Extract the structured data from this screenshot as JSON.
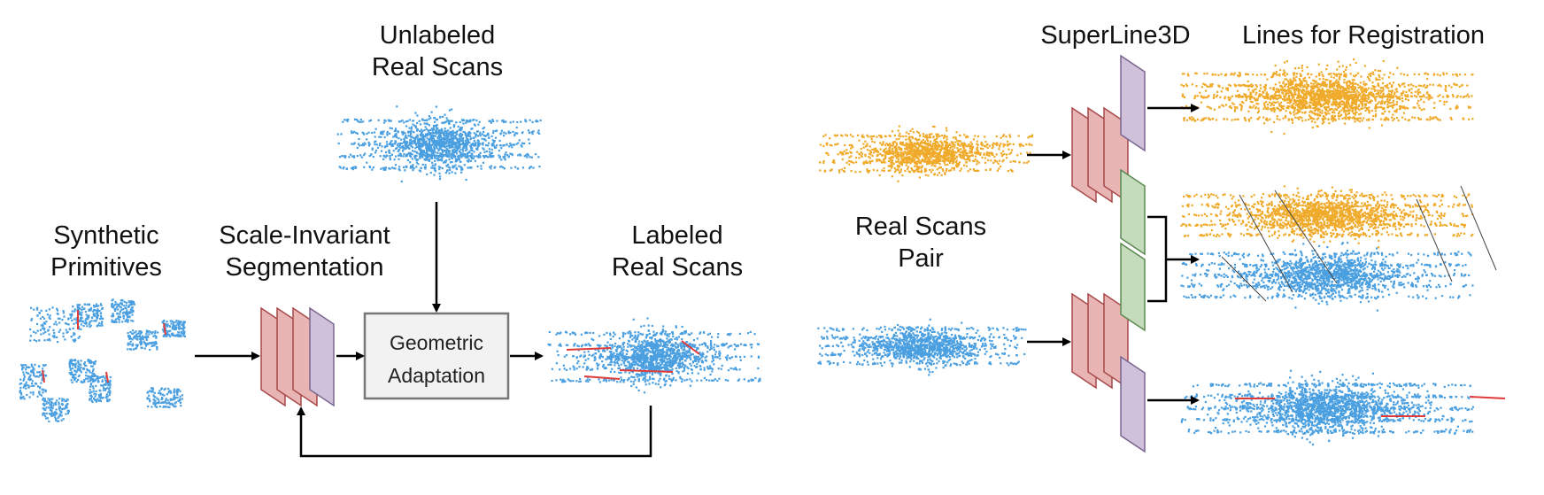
{
  "labels": {
    "unlabeled_line1": "Unlabeled",
    "unlabeled_line2": "Real Scans",
    "synthetic_line1": "Synthetic",
    "synthetic_line2": "Primitives",
    "segmentation_line1": "Scale-Invariant",
    "segmentation_line2": "Segmentation",
    "labeled_line1": "Labeled",
    "labeled_line2": "Real Scans",
    "pair_line1": "Real Scans",
    "pair_line2": "Pair",
    "superline": "SuperLine3D",
    "registration": "Lines for Registration"
  },
  "box": {
    "line1": "Geometric",
    "line2": "Adaptation"
  },
  "colors": {
    "blue_cloud": "#4a9fe0",
    "orange_cloud": "#f0aa2a",
    "red_layer": "#e8b4b4",
    "red_layer_stroke": "#a84848",
    "purple_layer": "#cfc1da",
    "purple_layer_stroke": "#7a6690",
    "green_layer": "#c5dcbc",
    "green_layer_stroke": "#5d8a52",
    "line_marks": "#e03a3a",
    "box_fill": "#f2f2f2",
    "box_stroke": "#777777"
  }
}
